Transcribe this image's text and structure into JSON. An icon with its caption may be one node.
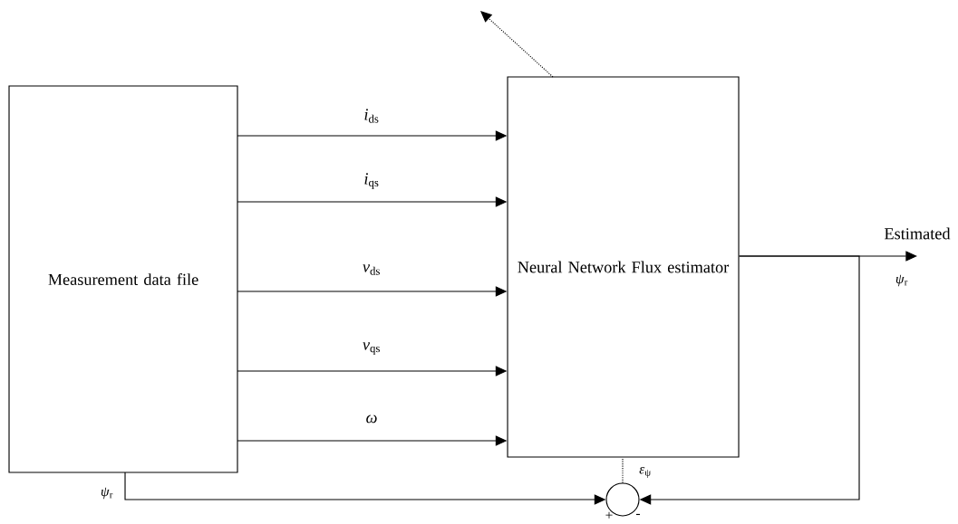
{
  "diagram": {
    "nodes": [
      {
        "text": [
          "Measurement data file"
        ]
      },
      {
        "text": [
          "Neural Network Flux estimator"
        ]
      },
      {
        "text": [],
        "shape": "circle"
      },
      {
        "text": [
          "*ψ*$_{r}$"
        ]
      }
    ],
    "edges": [
      {
        "from": 0,
        "to": 1,
        "arrow": "to",
        "label": "*i*$_{ds}$"
      },
      {
        "from": 0,
        "to": 1,
        "arrow": "to",
        "label": "*i*$_{qs}$"
      },
      {
        "from": 0,
        "to": 1,
        "arrow": "to",
        "label": "*v*$_{ds}$"
      },
      {
        "from": 0,
        "to": 1,
        "arrow": "to",
        "label": "*v*$_{qs}$"
      },
      {
        "from": 0,
        "to": 1,
        "arrow": "to",
        "label": "*ω*"
      },
      {
        "from": 1,
        "to": null,
        "arrow": "to",
        "style": "dashed"
      },
      {
        "from": 1,
        "to": 3,
        "arrow": "to",
        "label": "Estimated"
      },
      {
        "from": 1,
        "to": 2,
        "arrow": "to"
      },
      {
        "from": 0,
        "to": 2,
        "arrow": "to"
      },
      {
        "from": 2,
        "to": 1,
        "arrow": "none",
        "style": "dashed"
      }
    ],
    "labels": [
      "*ψ*$_{r}$",
      "*ε*$_{ψ}$",
      "+",
      "-"
    ]
  }
}
